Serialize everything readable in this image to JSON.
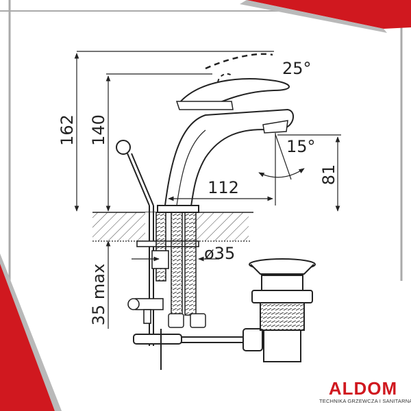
{
  "drawing": {
    "subject": "faucet-installation-diagram",
    "line_color": "#222222",
    "accent_color": "#d0181f",
    "dimensions": {
      "height_total": "162",
      "height_spout": "140",
      "lever_angle": "25°",
      "spout_angle": "15°",
      "spout_reach": "112",
      "outlet_height": "81",
      "hole_diameter": "ø35",
      "counter_thickness": "35 max"
    }
  },
  "brand": {
    "name": "ALDOM",
    "tagline": "TECHNIKA GRZEWCZA I SANITARNA"
  }
}
